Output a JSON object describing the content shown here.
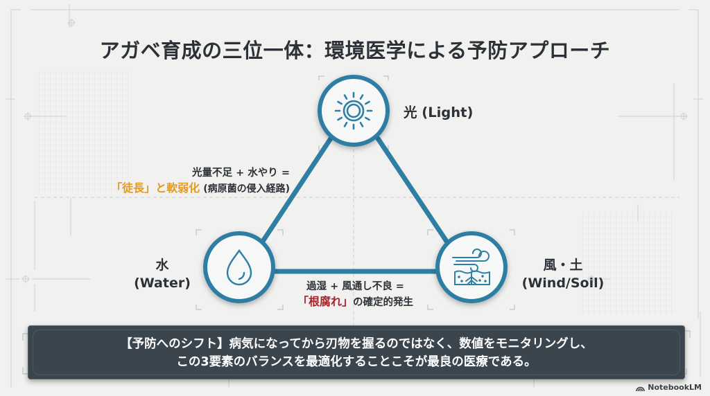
{
  "title": "アガベ育成の三位一体：環境医学による予防アプローチ",
  "nodes": {
    "light": {
      "label": "光 (Light)",
      "icon": "sun-icon"
    },
    "water": {
      "label_line1": "水",
      "label_line2": "(Water)",
      "icon": "water-drop-icon"
    },
    "wind_soil": {
      "label_line1": "風・土",
      "label_line2": "(Wind/Soil)",
      "icon": "wind-soil-icon"
    }
  },
  "edges": {
    "light_water": {
      "line1": "光量不足 + 水やり =",
      "highlight": "「徒長」と軟弱化",
      "suffix": "(病原菌の侵入経路)",
      "highlight_color": "#e59a1f"
    },
    "water_wind": {
      "line1": "過湿 + 風通し不良 =",
      "highlight": "「根腐れ」",
      "suffix": "の確定的発生",
      "highlight_color": "#a8232b"
    }
  },
  "panel": {
    "line1": "【予防へのシフト】病気になってから刃物を握るのではなく、数値をモニタリングし、",
    "line2": "この3要素のバランスを最適化することこそが最良の医療である。"
  },
  "brand": {
    "label": "NotebookLM",
    "icon": "notebooklm-logo-icon"
  },
  "colors": {
    "accent": "#2f7ea3",
    "text": "#2b3136",
    "panel_bg": "#3a454e",
    "background": "#f1f1f0"
  }
}
